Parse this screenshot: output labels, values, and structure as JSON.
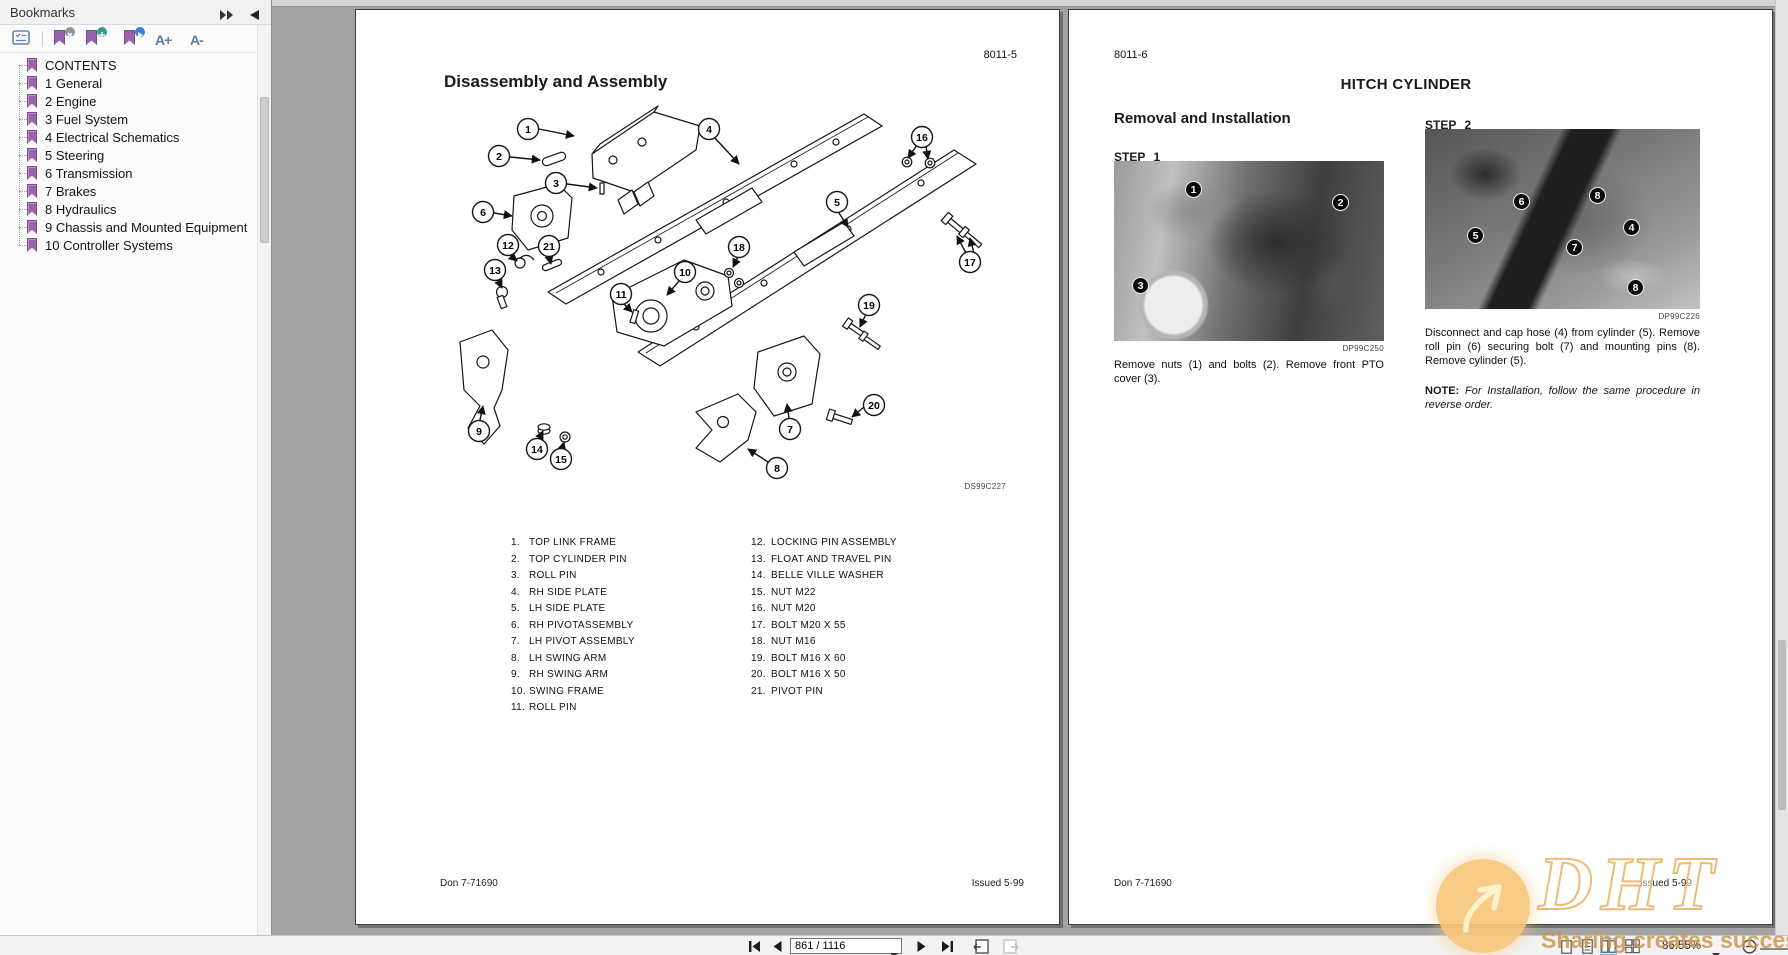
{
  "bookmarks_panel": {
    "title": "Bookmarks",
    "toolbar": {
      "font_increase_label": "A+",
      "font_decrease_label": "A-"
    },
    "items": [
      "CONTENTS",
      "1 General",
      "2 Engine",
      "3 Fuel System",
      "4 Electrical Schematics",
      "5 Steering",
      "6 Transmission",
      "7 Brakes",
      "8 Hydraulics",
      "9 Chassis and Mounted Equipment",
      "10 Controller Systems"
    ]
  },
  "left_page": {
    "page_number": "8011-5",
    "heading": "Disassembly and Assembly",
    "figure_label": "DS99C227",
    "callout_numbers": [
      "1",
      "2",
      "3",
      "4",
      "5",
      "6",
      "7",
      "8",
      "9",
      "10",
      "11",
      "12",
      "13",
      "14",
      "15",
      "16",
      "17",
      "18",
      "19",
      "20",
      "21"
    ],
    "parts_left": [
      {
        "num": "1.",
        "label": "TOP LINK FRAME"
      },
      {
        "num": "2.",
        "label": "TOP CYLINDER PIN"
      },
      {
        "num": "3.",
        "label": "ROLL PIN"
      },
      {
        "num": "4.",
        "label": "RH SIDE PLATE"
      },
      {
        "num": "5.",
        "label": "LH SIDE PLATE"
      },
      {
        "num": "6.",
        "label": "RH PIVOTASSEMBLY"
      },
      {
        "num": "7.",
        "label": "LH PIVOT ASSEMBLY"
      },
      {
        "num": "8.",
        "label": "LH SWING ARM"
      },
      {
        "num": "9.",
        "label": "RH SWING ARM"
      },
      {
        "num": "10.",
        "label": "SWING FRAME"
      },
      {
        "num": "11.",
        "label": "ROLL PIN"
      }
    ],
    "parts_right": [
      {
        "num": "12.",
        "label": "LOCKING PIN ASSEMBLY"
      },
      {
        "num": "13.",
        "label": "FLOAT AND TRAVEL PIN"
      },
      {
        "num": "14.",
        "label": "BELLE VILLE WASHER"
      },
      {
        "num": "15.",
        "label": "NUT M22"
      },
      {
        "num": "16.",
        "label": "NUT M20"
      },
      {
        "num": "17.",
        "label": "BOLT M20 X 55"
      },
      {
        "num": "18.",
        "label": "NUT M16"
      },
      {
        "num": "19.",
        "label": "BOLT M16 X 60"
      },
      {
        "num": "20.",
        "label": "BOLT M16 X 50"
      },
      {
        "num": "21.",
        "label": "PIVOT PIN"
      }
    ],
    "footer_left": "Don 7-71690",
    "footer_right": "Issued 5-99"
  },
  "right_page": {
    "page_number": "8011-6",
    "title": "HITCH CYLINDER",
    "section_heading": "Removal and Installation",
    "step1": {
      "label": "STEP 1",
      "photo_label": "DP99C250",
      "caption": "Remove nuts (1) and bolts (2). Remove front PTO cover (3).",
      "callouts": [
        "1",
        "2",
        "3"
      ]
    },
    "step2": {
      "label": "STEP 2",
      "photo_label": "DP99C226",
      "caption": "Disconnect and cap hose (4) from cylinder (5). Remove roll pin (6) securing bolt (7) and mounting pins (8). Remove cylinder (5).",
      "note_label": "NOTE:",
      "note_text": "For Installation, follow the same procedure in reverse order.",
      "callouts": [
        "6",
        "8",
        "5",
        "7",
        "4",
        "8"
      ]
    },
    "footer_left": "Don 7-71690",
    "footer_right": "Issued 5-99"
  },
  "status_bar": {
    "page_value": "861 / 1116",
    "zoom_value": "86.55%"
  },
  "watermark": {
    "logo": "DHT",
    "slogan": "Sharing creates success"
  },
  "colors": {
    "bookmark_icon": "#9a62ab",
    "selected_view_mode": "#cfe4f7",
    "watermark_tan": "#cd9a55",
    "document_background": "#a3a3a3"
  }
}
